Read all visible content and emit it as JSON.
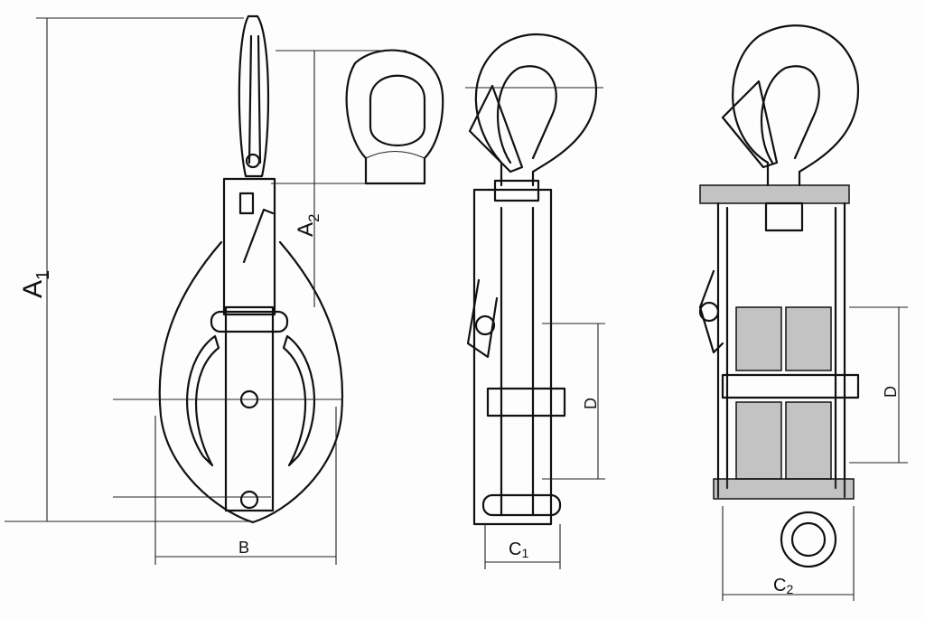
{
  "drawing": {
    "dimensions": {
      "a1": {
        "main": "A",
        "sub": "1"
      },
      "a2": {
        "main": "A",
        "sub": "2"
      },
      "b": {
        "main": "B"
      },
      "c1": {
        "main": "C",
        "sub": "1"
      },
      "d_side": {
        "main": "D"
      },
      "d_section": {
        "main": "D"
      },
      "c2": {
        "main": "C",
        "sub": "2"
      }
    },
    "colors": {
      "line": "#111111",
      "background": "#fdfdfd"
    }
  }
}
